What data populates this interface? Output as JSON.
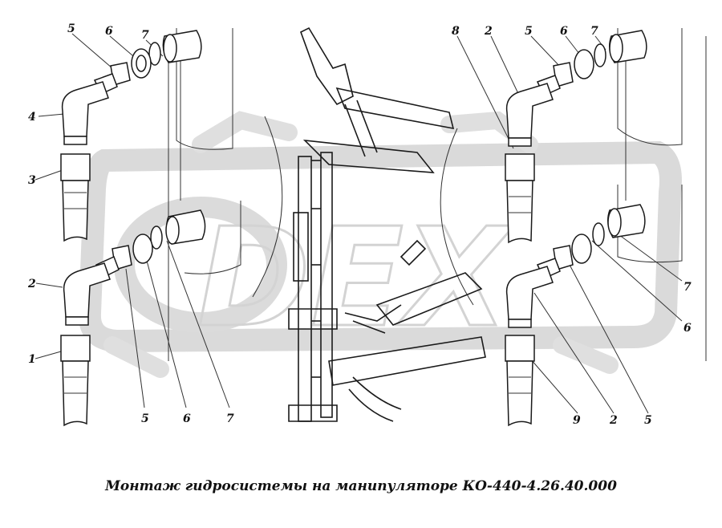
{
  "caption": "Монтаж гидросистемы на манипуляторе КО-440-4.26.40.000",
  "watermark": "DEX",
  "callouts": {
    "tl": [
      "5",
      "6",
      "7",
      "4",
      "3"
    ],
    "bl": [
      "2",
      "1",
      "5",
      "6",
      "7"
    ],
    "tr": [
      "8",
      "2",
      "5",
      "6",
      "7"
    ],
    "br": [
      "7",
      "6",
      "9",
      "2",
      "5"
    ]
  },
  "colors": {
    "ink": "#1a1a1a",
    "watermark": "#d4d4d4"
  }
}
